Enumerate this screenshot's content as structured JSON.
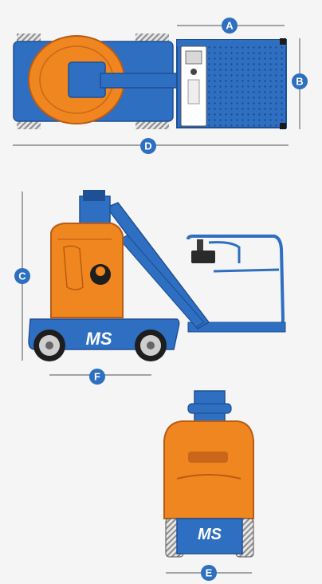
{
  "colors": {
    "machine_blue": "#2f6fc1",
    "blue_dark": "#1f4f95",
    "orange": "#f0861f",
    "orange_dark": "#c9661a",
    "dimension_line": "#6c7378",
    "label_badge": "#2f6fc1",
    "label_text": "#ffffff",
    "background": "#f4f5f4"
  },
  "views": {
    "top": {
      "dimension_labels": {
        "a": "A",
        "b": "B",
        "d": "D"
      }
    },
    "side": {
      "dimension_labels": {
        "c": "C",
        "f": "F"
      },
      "brand_logo": "MS"
    },
    "rear": {
      "dimension_labels": {
        "e": "E"
      },
      "brand_logo": "MS"
    }
  }
}
